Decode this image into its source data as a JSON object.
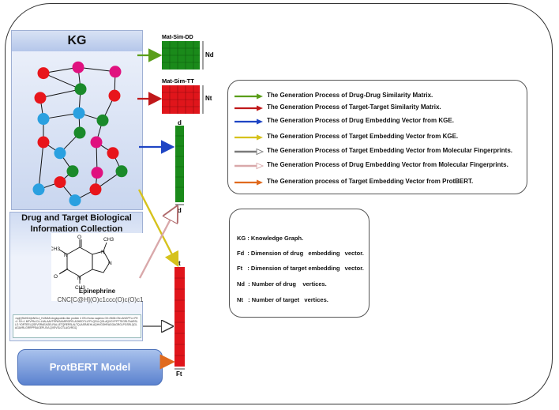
{
  "kg_panel": {
    "title": "KG"
  },
  "bio_panel": {
    "title": "Drug and Target Biological Information Collection",
    "drug_name": "Epinephrine",
    "smiles": "CNC[C@H](O)c1ccc(O)c(O)c1",
    "sequence_text": ">sp|Q9UHD4|ANGL4_HUMAN Angiopoietin-like protein 4 OS=Homo sapiens OX=9606 GN=ANGPTL4 PE=1 SV=1 MFVPALCLLLVALAAVTRPASAARRGPELASHEDTLLFPLQGLLQGLAQVGYFPTTEGRLTAARSLLG YDRTEELQSEVSRAEAGELRALLETQRERSLALTQLASRAEHLAQHVGSHRAGGAGRGLPGSRLQGLAGAVRLGRRPPEAGEPLSVLQVEVSLGTLAGVRGQ",
    "molecule_atoms": [
      "O",
      "O",
      "CH3",
      "CH3",
      "CH3",
      "N",
      "N",
      "N",
      "N"
    ]
  },
  "protbert": {
    "label": "ProtBERT Model"
  },
  "matrices": {
    "dd_label": "Mat-Sim-DD",
    "dd_dim": "Nd",
    "tt_label": "Mat-Sim-TT",
    "tt_dim": "Nt"
  },
  "vectors": {
    "drug_top": "d",
    "drug_bottom": "Fd",
    "target_top": "t",
    "target_bottom": "Ft"
  },
  "legend": [
    {
      "color": "#5a9e1a",
      "text": "The Generation Process of Drug-Drug Similarity Matrix."
    },
    {
      "color": "#c0181a",
      "text": "The Generation Process of Target-Target Similarity Matrix."
    },
    {
      "color": "#1f45c4",
      "text": "The Generation Process of Drug Embedding Vector from KGE."
    },
    {
      "color": "#d6c21c",
      "text": "The Generation Process of Target Embedding Vector from KGE."
    },
    {
      "color": "#7a7a7a",
      "text": "The Generation Process of Target Embedding Vector from Molecular Fingerprints."
    },
    {
      "color": "#d9a8aa",
      "text": "The Generation Process of Drug Embedding Vector from Molecular Fingerprints."
    },
    {
      "color": "#e06a1e",
      "text": "The Generation process of Target Embedding Vector from ProtBERT."
    }
  ],
  "abbreviations": [
    "KG : Knowledge Graph.",
    "Fd  : Dimension of drug   embedding   vector.",
    "Ft   : Dimension of target embedding   vector.",
    "Nd  : Number of drug    vertices.",
    "Nt   : Number of target   vertices."
  ],
  "colors": {
    "node_red": "#e8151b",
    "node_green": "#1a8a2a",
    "node_blue": "#2aa0e0",
    "node_magenta": "#e0117f",
    "matrix_green": "#1a8a1a",
    "matrix_red": "#e0151b",
    "vector_green": "#1a8a1a",
    "vector_red": "#e0151b"
  }
}
